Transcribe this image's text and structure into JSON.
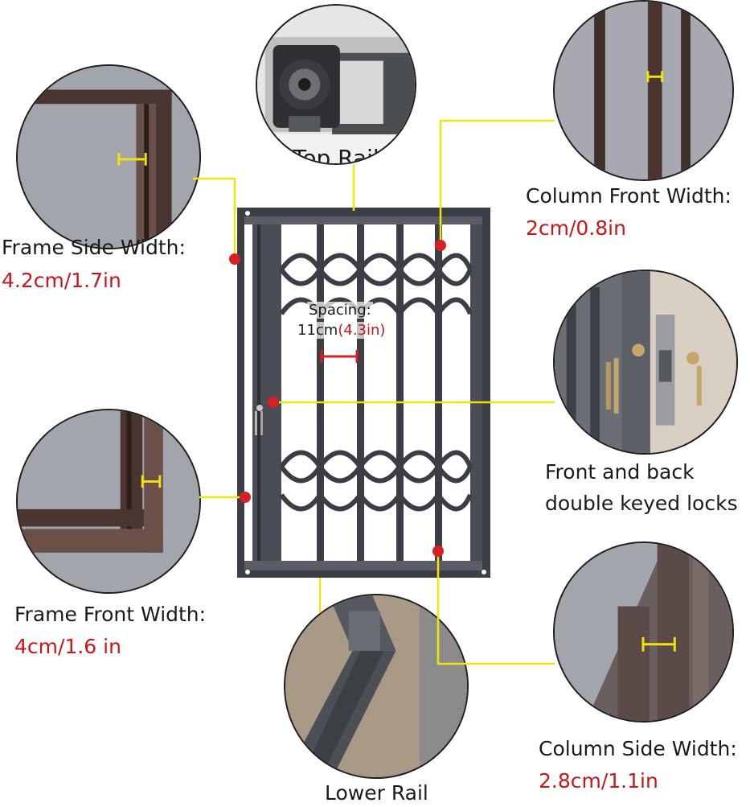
{
  "callouts": {
    "top_rail": {
      "label": "Top Rail"
    },
    "frame_side": {
      "label": "Frame Side Width:",
      "value": "4.2cm/1.7in"
    },
    "column_front": {
      "label": "Column Front Width:",
      "value": "2cm/0.8in"
    },
    "locks": {
      "line1": "Front and back",
      "line2": "double keyed locks"
    },
    "frame_front": {
      "label": "Frame Front Width:",
      "value": "4cm/1.6 in"
    },
    "column_side": {
      "label": "Column Side Width:",
      "value": "2.8cm/1.1in"
    },
    "lower_rail": {
      "label": "Lower Rail"
    }
  },
  "spacing": {
    "label": "Spacing:",
    "value_cm": "11cm",
    "value_in": "(4.3in)"
  },
  "colors": {
    "leader_line": "#f2e30f",
    "marker": "#d81f26",
    "value_text": "#c8161d",
    "gate_frame": "#3b3e44",
    "photo_background": "#9c9fa7"
  }
}
